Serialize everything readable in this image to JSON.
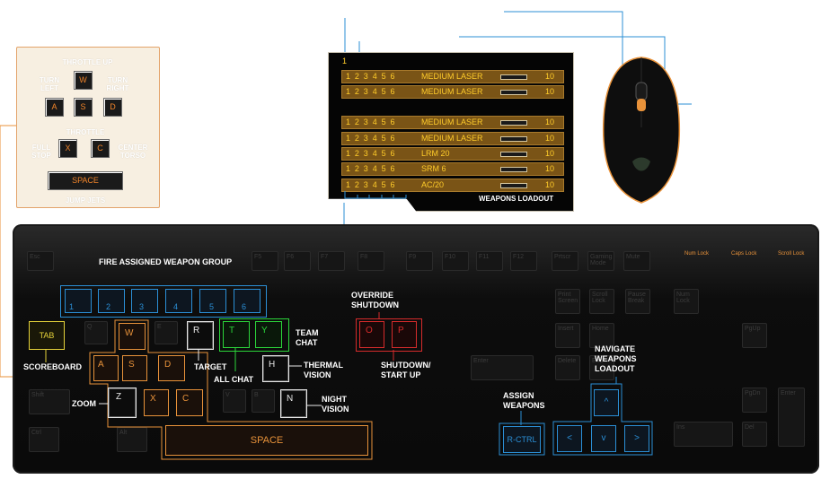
{
  "throttle": {
    "throttle_up": "THROTTLE UP",
    "turn_left": [
      "TURN",
      "LEFT"
    ],
    "turn_right": [
      "TURN",
      "RIGHT"
    ],
    "throttle": "THROTTLE",
    "full_stop": [
      "FULL",
      "STOP"
    ],
    "center_torso": [
      "CENTER",
      "TORSO"
    ],
    "jump_jets": "JUMP JETS",
    "keys": {
      "w": "W",
      "a": "A",
      "s": "S",
      "d": "D",
      "x": "X",
      "c": "C",
      "space": "SPACE"
    }
  },
  "weapons": {
    "header": "1",
    "rows": [
      {
        "nums": "1 2 3 4 5 6",
        "name": "MEDIUM LASER",
        "value": "10"
      },
      {
        "nums": "1 2 3 4 5 6",
        "name": "MEDIUM LASER",
        "value": "10"
      },
      {
        "nums": "1 2 3 4 5 6",
        "name": "MEDIUM LASER",
        "value": "10"
      },
      {
        "nums": "1 2 3 4 5 6",
        "name": "MEDIUM LASER",
        "value": "10"
      },
      {
        "nums": "1 2 3 4 5 6",
        "name": "LRM 20",
        "value": "10"
      },
      {
        "nums": "1 2 3 4 5 6",
        "name": "SRM 6",
        "value": "10"
      },
      {
        "nums": "1 2 3 4 5 6",
        "name": "AC/20",
        "value": "10"
      }
    ],
    "footer": "WEAPONS LOADOUT"
  },
  "keyboard": {
    "fkeys": [
      "Esc",
      "F5",
      "F6",
      "F7",
      "F8",
      "F9",
      "F10",
      "F11",
      "F12",
      "Prtscr",
      "Gaming Mode",
      "Mute",
      "Num Lock",
      "Caps Lock",
      "Scroll Lock"
    ],
    "weapon_group_keys": [
      "1",
      "2",
      "3",
      "4",
      "5",
      "6"
    ],
    "keys": {
      "tab": "TAB",
      "q": "Q",
      "w": "W",
      "e": "E",
      "r": "R",
      "t": "T",
      "y": "Y",
      "o": "O",
      "p": "P",
      "a": "A",
      "s": "S",
      "d": "D",
      "h": "H",
      "z": "Z",
      "x": "X",
      "c": "C",
      "v": "V",
      "b": "B",
      "n": "N",
      "space": "SPACE",
      "rctrl": "R-CTRL",
      "up": "^",
      "left": "<",
      "down": "v",
      "right": ">",
      "shift": "Shift",
      "ctrl": "Ctrl",
      "alt": "Alt",
      "enter": "Enter",
      "num_enter": "Enter",
      "delete": "Delete",
      "insert": "Insert",
      "home": "Home",
      "end": "End",
      "pause": "Pause Break",
      "scroll": "Scroll Lock",
      "print": "Print Screen",
      "numlock": "Num Lock",
      "pgup": "PgUp",
      "pgdn": "PgDn",
      "ins": "Ins",
      "del": "Del"
    }
  },
  "labels": {
    "fire_group": "FIRE ASSIGNED WEAPON GROUP",
    "override": [
      "OVERRIDE",
      "SHUTDOWN"
    ],
    "team_chat": [
      "TEAM",
      "CHAT"
    ],
    "scoreboard": "SCOREBOARD",
    "target": "TARGET",
    "all_chat": "ALL CHAT",
    "thermal": [
      "THERMAL",
      "VISION"
    ],
    "shutdown": [
      "SHUTDOWN/",
      "START UP"
    ],
    "navigate": [
      "NAVIGATE",
      "WEAPONS",
      "LOADOUT"
    ],
    "assign": [
      "ASSIGN",
      "WEAPONS"
    ],
    "zoom": "ZOOM",
    "night": [
      "NIGHT",
      "VISION"
    ]
  },
  "colors": {
    "orange": "#e8923a",
    "blue": "#2b8fd6",
    "yellow": "#e5d23a",
    "green": "#2bd63a",
    "red": "#d62b2b",
    "white": "#e8e8e8",
    "amber": "#ffcc2a"
  }
}
